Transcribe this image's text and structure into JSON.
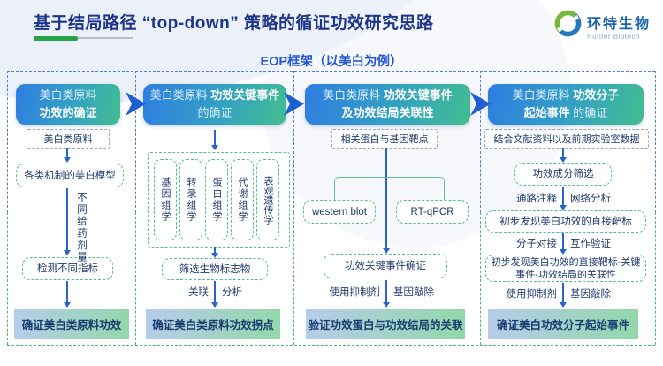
{
  "header": {
    "title": "基于结局路径 “top-down” 策略的循证功效研究思路",
    "logo_name": "环特生物",
    "logo_sub": "Hunter Biotech"
  },
  "subtitle": "EOP框架（以美白为例）",
  "colors": {
    "title_navy": "#1c3588",
    "subtitle_blue": "#2456d6",
    "logo_blue": "#1b64ae",
    "bar_green": "#27a348",
    "frame_blue": "#4a7fd6",
    "frame_green": "#49b87e",
    "accent_blue": "#2f7de2",
    "accent_green": "#43bd8f",
    "arrow_blue": "#2a63cf",
    "dash_green": "#55bd8e",
    "bracket_green": "#62c09a",
    "text_navy": "#1e3a6e",
    "result_from": "#b6cdea",
    "result_to": "#92d7a9"
  },
  "columns": [
    {
      "header": {
        "l1n": "美白类原料",
        "l1b": "",
        "l2b": "功效的确证",
        "l2n": ""
      },
      "source_box": "美白类原料",
      "model_box": "各类机制的美白模型",
      "dose_label": "不同给药剂量",
      "indicator_box": "检测不同指标",
      "result": "确证美白类原料功效"
    },
    {
      "header": {
        "l1n": "美白类原料 ",
        "l1b": "功效关键事件",
        "l2b": "",
        "l2n": "的确证"
      },
      "omics": [
        "基因组学",
        "转录组学",
        "蛋白组学",
        "代谢组学",
        "表观遗传学"
      ],
      "biomarker_box": "筛选生物标志物",
      "arrow_labels": [
        "关联",
        "分析"
      ],
      "result": "确证美白类原料功效拐点"
    },
    {
      "header": {
        "l1n": "美白类原料 ",
        "l1b": "功效关键事件",
        "l2b": "及功效结局关联性",
        "l2n": ""
      },
      "target_box": "相关蛋白与基因靶点",
      "methods": [
        "western blot",
        "RT-qPCR"
      ],
      "event_box": "功效关键事件确证",
      "arrow_labels": [
        "使用抑制剂",
        "基因敲除"
      ],
      "result": "验证功效蛋白与功效结局的关联"
    },
    {
      "header": {
        "l1n": "美白类原料 ",
        "l1b": "功效分子",
        "l2b": "起始事件",
        "l2n": " 的确证"
      },
      "source_box": "结合文献资料以及前期实验室数据",
      "screen_box": "功效成分筛选",
      "labels1": [
        "通路注释",
        "网络分析"
      ],
      "target_box": "初步发现美白功效的直接靶标",
      "labels2": [
        "分子对接",
        "互作验证"
      ],
      "relation_box": "初步发现美白功效的直接靶标-关键事件-功效结局的关联性",
      "labels3": [
        "使用抑制剂",
        "基因敲除"
      ],
      "result": "确证美白功效分子起始事件"
    }
  ]
}
